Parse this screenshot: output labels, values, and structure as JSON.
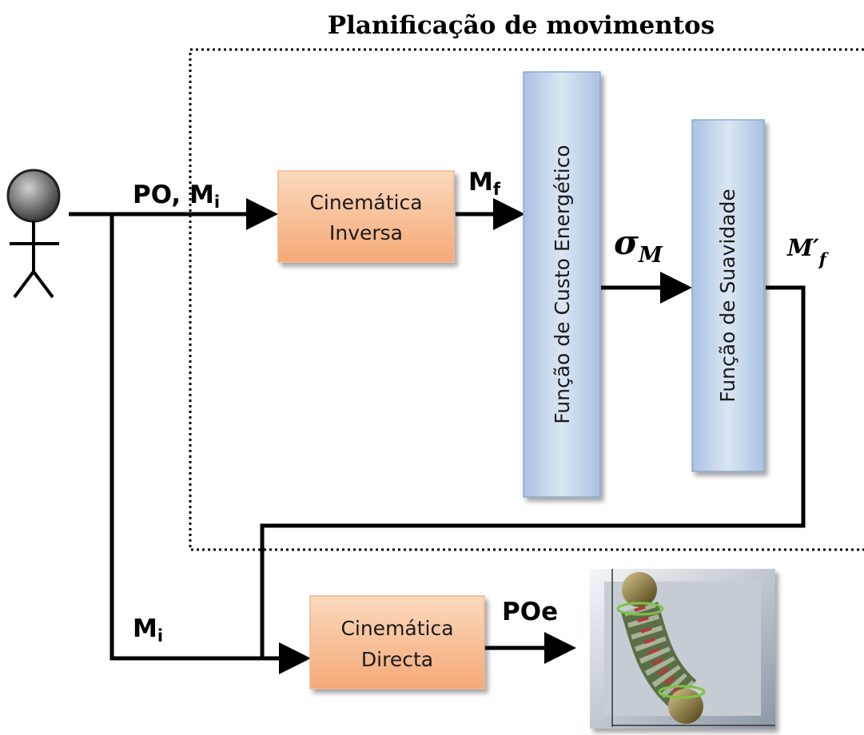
{
  "title": "Planificação de movimentos",
  "blocks": {
    "inverse_kinematics": [
      "Cinemática",
      "Inversa"
    ],
    "direct_kinematics": [
      "Cinemática",
      "Directa"
    ],
    "energy_cost": "Função de Custo Energético",
    "smoothness": "Função de Suavidade"
  },
  "labels": {
    "input": {
      "main": "PO, M",
      "sub": "i"
    },
    "mf": {
      "main": "M",
      "sub": "f"
    },
    "sigma": {
      "main": "σ",
      "sub": "M"
    },
    "mf_prime": {
      "main": "M′",
      "sub": "f"
    },
    "mi_lower": {
      "main": "M",
      "sub": "i"
    },
    "output": "POe"
  },
  "colors": {
    "orange_top": "#fbd9bd",
    "orange_bottom": "#f4a977",
    "blue_top": "#dbe6f4",
    "blue_bottom": "#a9c1e2",
    "line": "#000000"
  },
  "icons": [
    "user-stick-figure-icon",
    "robot-3d-render-icon"
  ]
}
